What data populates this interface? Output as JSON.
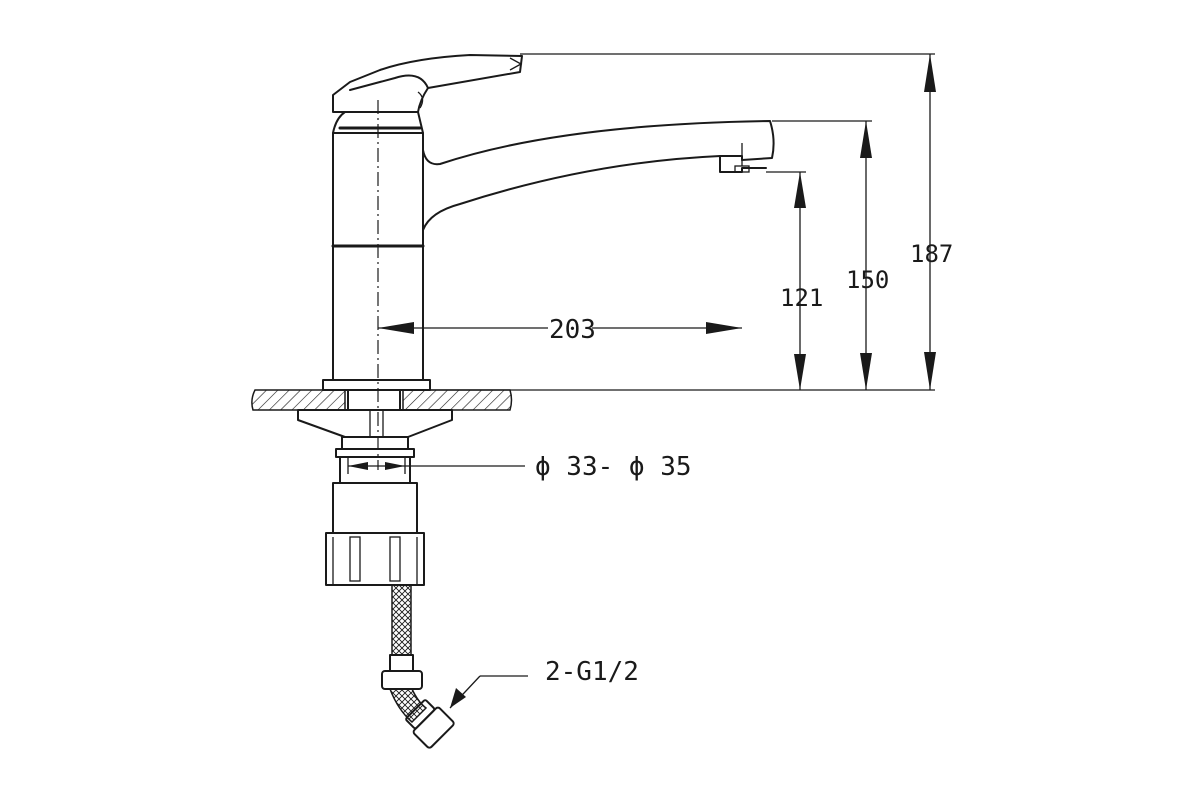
{
  "dimensions": {
    "total_height": "187",
    "spout_height": "150",
    "outlet_height": "121",
    "spout_reach": "203",
    "mount_hole": "ϕ 33- ϕ 35",
    "connector": "2-G1/2"
  },
  "colors": {
    "line": "#1a1a1a",
    "background": "#ffffff"
  }
}
